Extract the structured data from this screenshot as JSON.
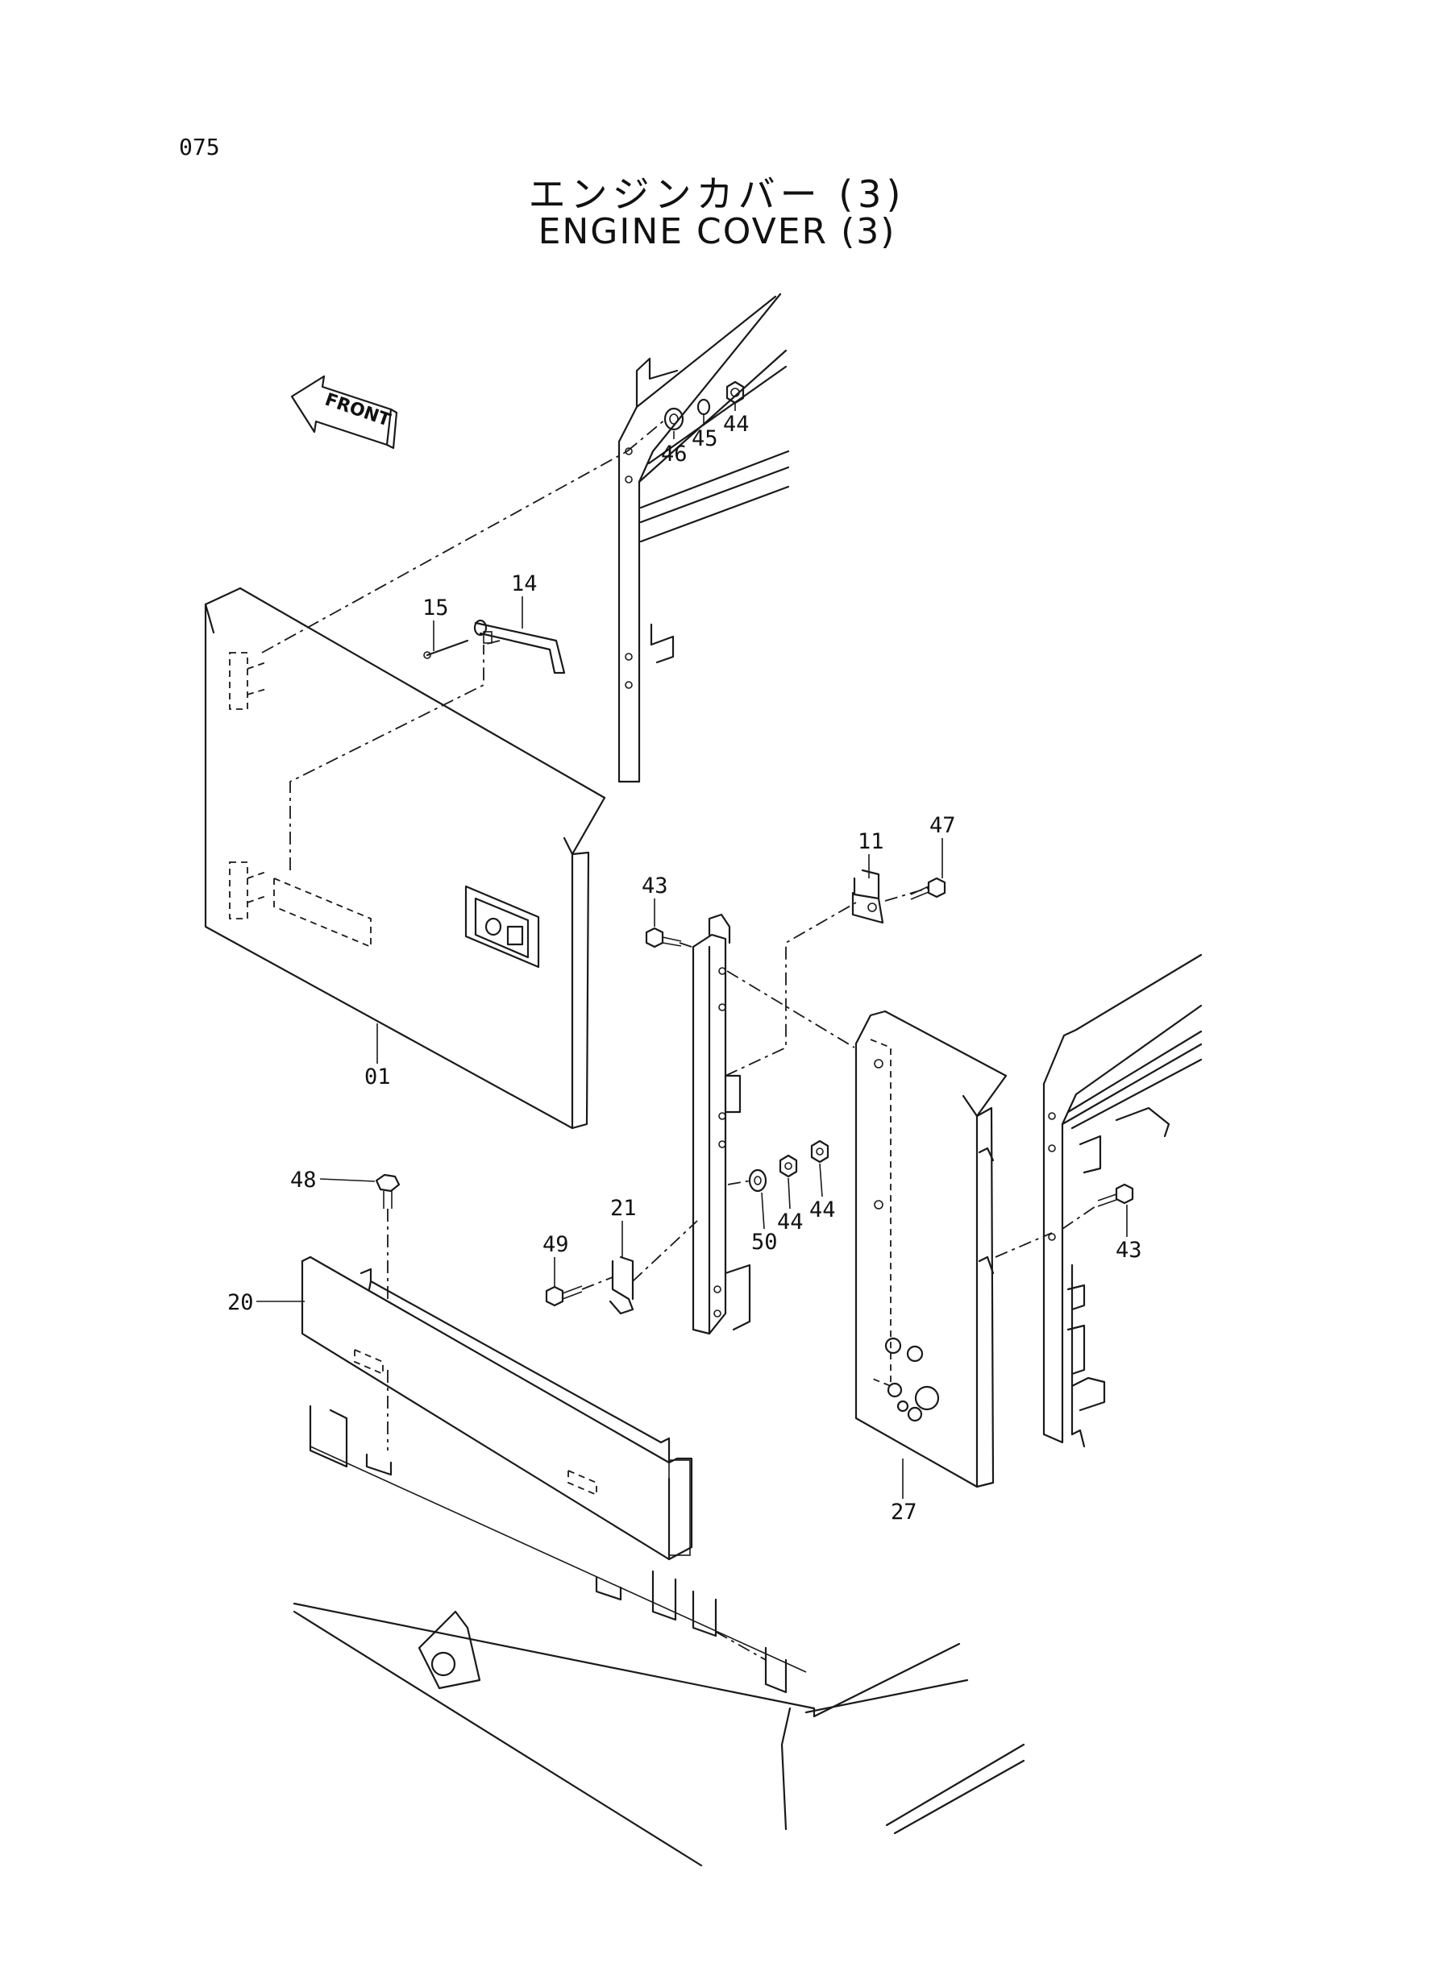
{
  "page": {
    "number": "075"
  },
  "title": {
    "japanese": "エンジンカバー (3)",
    "english": "ENGINE COVER (3)"
  },
  "front_indicator": {
    "label": "FRONT"
  },
  "callouts": [
    {
      "id": "c46",
      "label": "46"
    },
    {
      "id": "c45",
      "label": "45"
    },
    {
      "id": "c44a",
      "label": "44"
    },
    {
      "id": "c15",
      "label": "15"
    },
    {
      "id": "c14",
      "label": "14"
    },
    {
      "id": "c11",
      "label": "11"
    },
    {
      "id": "c47",
      "label": "47"
    },
    {
      "id": "c43a",
      "label": "43"
    },
    {
      "id": "c01",
      "label": "01"
    },
    {
      "id": "c48",
      "label": "48"
    },
    {
      "id": "c21",
      "label": "21"
    },
    {
      "id": "c49",
      "label": "49"
    },
    {
      "id": "c50",
      "label": "50"
    },
    {
      "id": "c44b",
      "label": "44"
    },
    {
      "id": "c44c",
      "label": "44"
    },
    {
      "id": "c43b",
      "label": "43"
    },
    {
      "id": "c20",
      "label": "20"
    },
    {
      "id": "c27",
      "label": "27"
    }
  ]
}
